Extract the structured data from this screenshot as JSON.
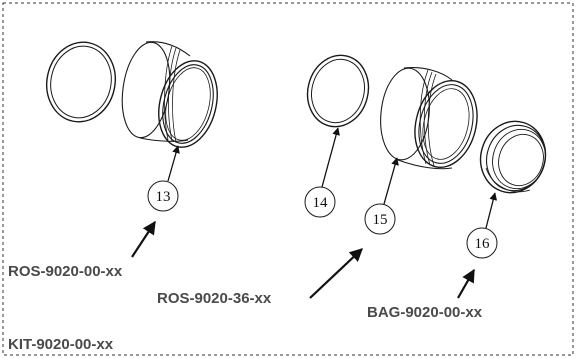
{
  "kit": {
    "label": "KIT-9020-00-xx"
  },
  "parts": [
    {
      "balloon": "13",
      "part_number": "ROS-9020-00-xx"
    },
    {
      "balloon": "14",
      "part_number": ""
    },
    {
      "balloon": "15",
      "part_number": "ROS-9020-36-xx"
    },
    {
      "balloon": "16",
      "part_number": "BAG-9020-00-xx"
    }
  ]
}
